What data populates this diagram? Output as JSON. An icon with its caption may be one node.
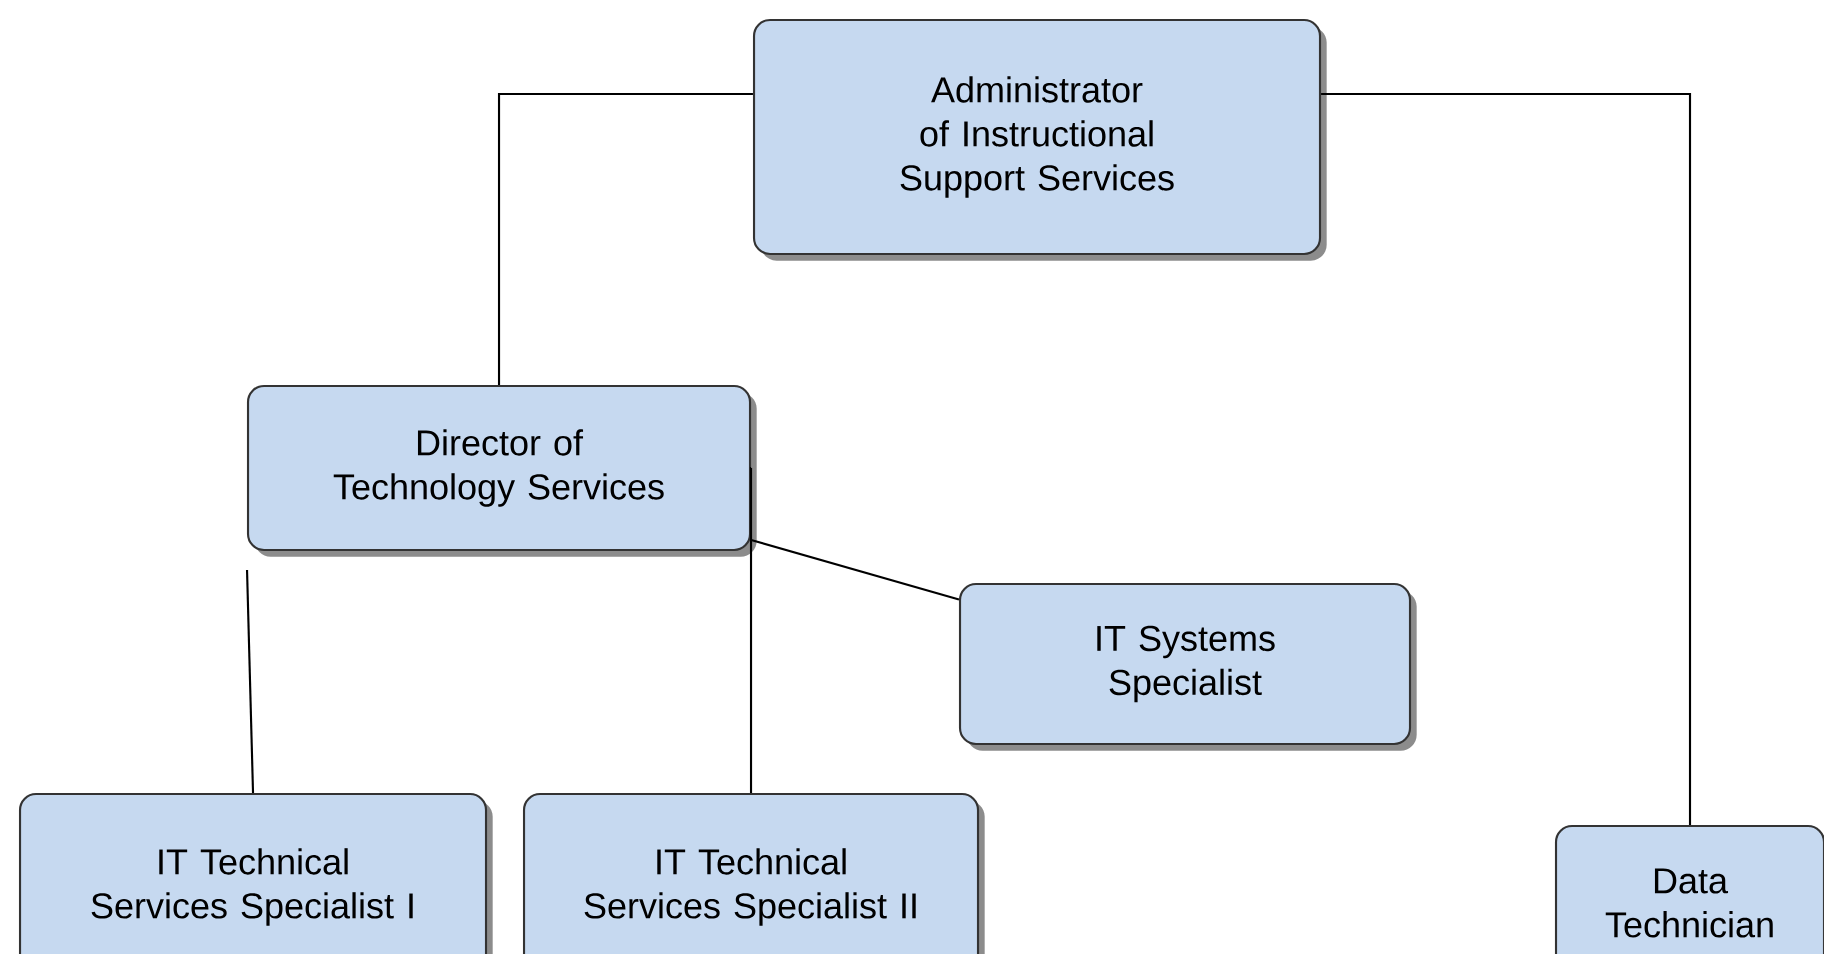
{
  "diagram": {
    "nodes": [
      {
        "text": [
          "Administrator of Instructional Support Services"
        ]
      },
      {
        "text": [
          "Director of Technology Services"
        ]
      },
      {
        "text": [
          "IT Systems Specialist"
        ]
      },
      {
        "text": [
          "IT Technical Services Specialist I"
        ]
      },
      {
        "text": [
          "IT Technical Services Specialist II"
        ]
      },
      {
        "text": [
          "Data Technician"
        ]
      }
    ],
    "edges": [
      {
        "from": 0,
        "to": 1,
        "arrow": "none"
      },
      {
        "from": 0,
        "to": 5,
        "arrow": "none"
      },
      {
        "from": 1,
        "to": 2,
        "arrow": "none"
      },
      {
        "from": 1,
        "to": 3,
        "arrow": "none"
      },
      {
        "from": 1,
        "to": 4,
        "arrow": "none"
      }
    ]
  }
}
